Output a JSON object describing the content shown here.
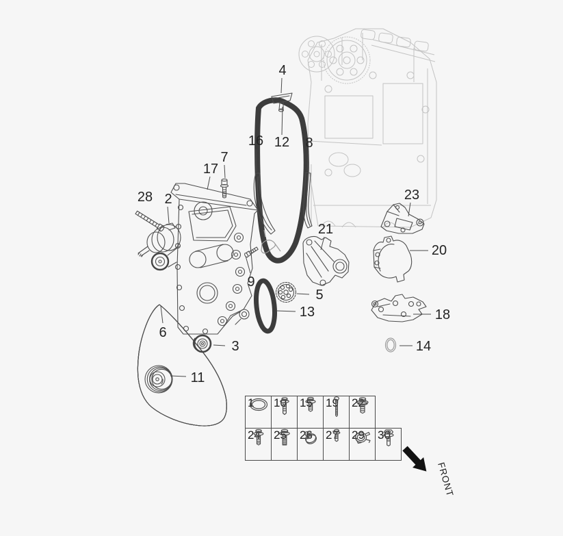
{
  "page": {
    "background": "#f6f6f6"
  },
  "colors": {
    "part_line": "#4e4e4e",
    "ghost_engine_line": "#c3c3c3",
    "grayed_part_line": "#9a9a9a",
    "text": "#232323",
    "arrow": "#111111"
  },
  "callouts": {
    "c2": {
      "label": "2"
    },
    "c3": {
      "label": "3"
    },
    "c4": {
      "label": "4"
    },
    "c5": {
      "label": "5"
    },
    "c6": {
      "label": "6"
    },
    "c7": {
      "label": "7"
    },
    "c8": {
      "label": "8"
    },
    "c9": {
      "label": "9"
    },
    "c11": {
      "label": "11"
    },
    "c12": {
      "label": "12"
    },
    "c13": {
      "label": "13"
    },
    "c14": {
      "label": "14"
    },
    "c16": {
      "label": "16"
    },
    "c17": {
      "label": "17"
    },
    "c18": {
      "label": "18"
    },
    "c20": {
      "label": "20"
    },
    "c21": {
      "label": "21"
    },
    "c23": {
      "label": "23"
    },
    "c28": {
      "label": "28"
    }
  },
  "legend_table": {
    "rows": [
      {
        "cells": [
          {
            "number": "1",
            "icon": "o-ring"
          },
          {
            "number": "10",
            "icon": "flange-bolt"
          },
          {
            "number": "15",
            "icon": "flange-bolt-short"
          },
          {
            "number": "19",
            "icon": "long-thin-bolt"
          },
          {
            "number": "22",
            "icon": "flange-bolt-large"
          }
        ]
      },
      {
        "cells": [
          {
            "number": "24",
            "icon": "flange-bolt"
          },
          {
            "number": "25",
            "icon": "threaded-stud-bolt"
          },
          {
            "number": "26",
            "icon": "hose-clamp"
          },
          {
            "number": "27",
            "icon": "small-bolt"
          },
          {
            "number": "29",
            "icon": "spring-clamp"
          },
          {
            "number": "30",
            "icon": "hex-bolt-washer"
          }
        ]
      }
    ]
  },
  "front_indicator": {
    "label": "FRONT"
  }
}
